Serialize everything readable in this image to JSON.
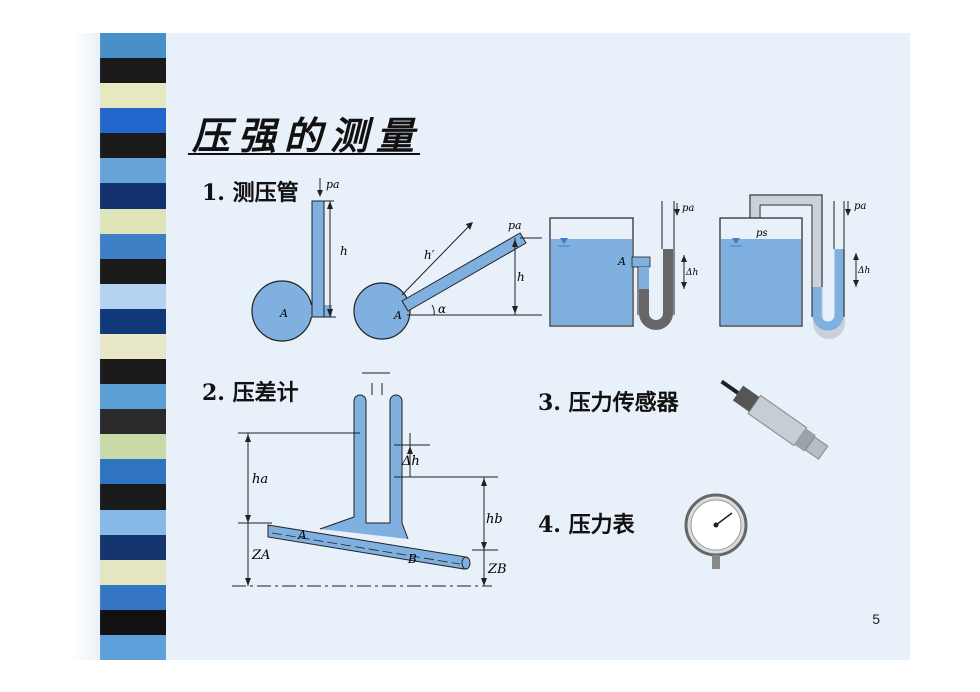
{
  "slide": {
    "title": "压强的测量",
    "page_number": "5"
  },
  "sections": [
    {
      "label": "1. 测压管"
    },
    {
      "label": "2. 压差计"
    },
    {
      "label": "3. 压力传感器"
    },
    {
      "label": "4. 压力表"
    }
  ],
  "diagram_labels": {
    "pa": "pa",
    "h": "h",
    "h_prime": "h′",
    "A": "A",
    "alpha": "α",
    "delta_h": "Δh",
    "ps": "ps",
    "ha": "ha",
    "hb": "hb",
    "ZA": "ZA",
    "ZB": "ZB",
    "B": "B"
  },
  "colors": {
    "fluid": "#7fb0e0",
    "fluid_dark": "#4d86c6",
    "mercury": "#666666",
    "line": "#222222"
  },
  "stripe_colors": [
    "#4a90c8",
    "#1a1a1a",
    "#e6e8c0",
    "#2266cc",
    "#1a1a1a",
    "#67a3d9",
    "#13316e",
    "#dfe4b8",
    "#3f7fc6",
    "#1a1a1a",
    "#b5d3f0",
    "#0f3978",
    "#e8e8c8",
    "#1b1b1b",
    "#5a9fd5",
    "#2a2a2a",
    "#cad9a8",
    "#2f74c0",
    "#1a1a1a",
    "#86b9e6",
    "#15356f",
    "#e3e6c0",
    "#3576c4",
    "#111111",
    "#5ea0da"
  ]
}
